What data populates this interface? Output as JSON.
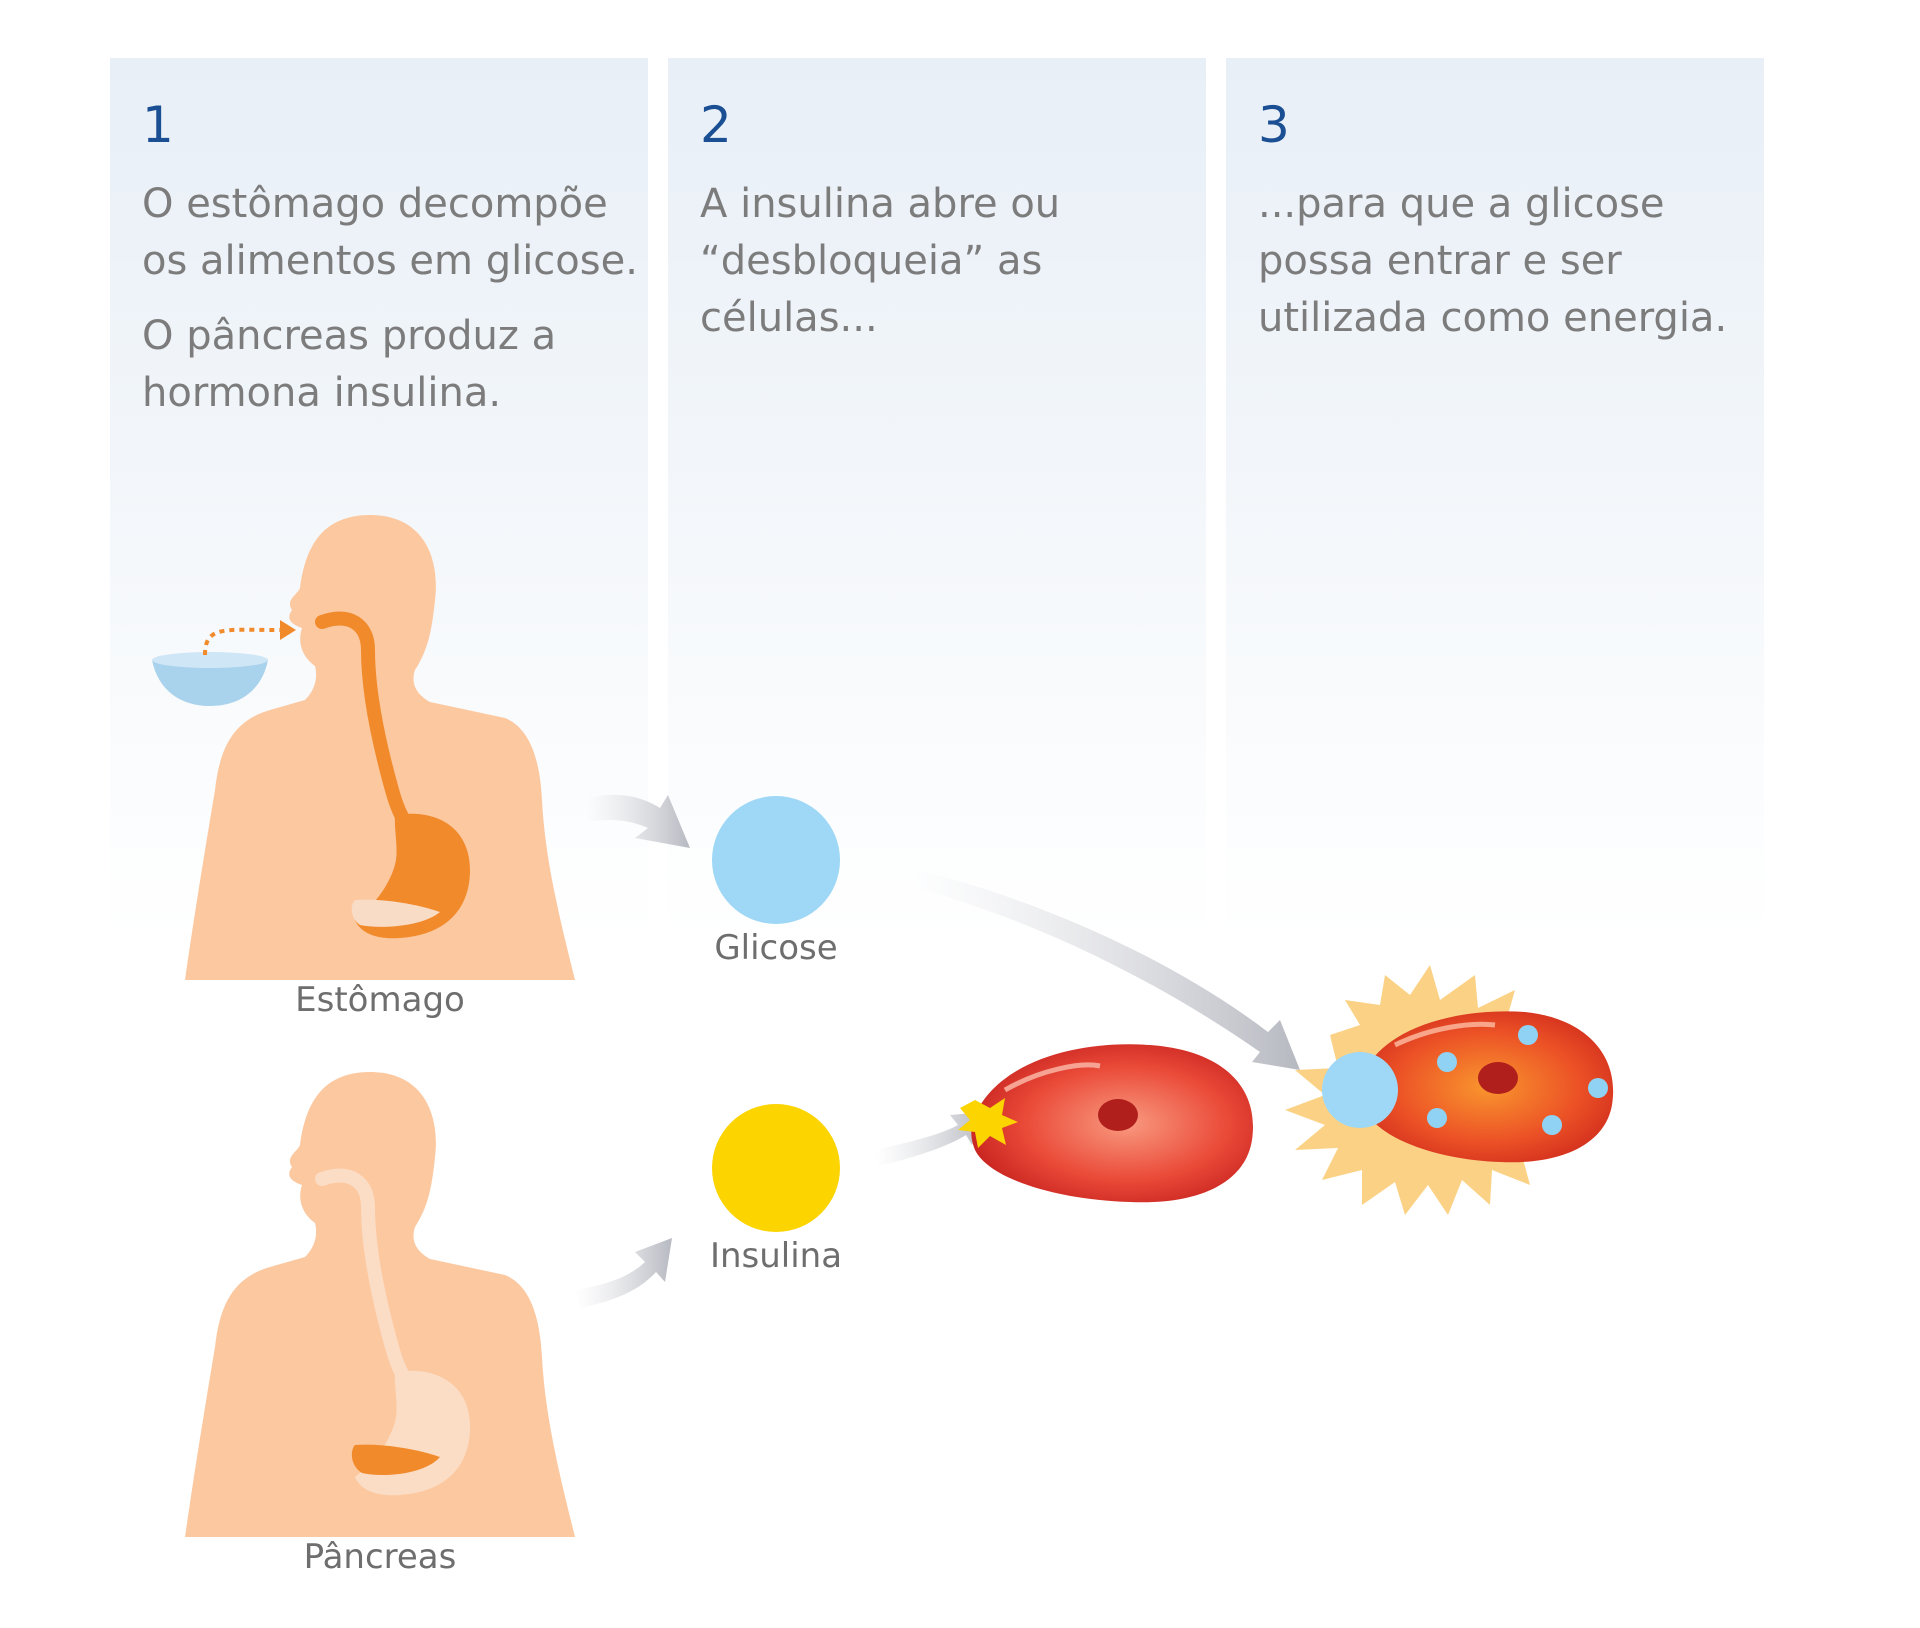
{
  "steps": [
    {
      "number": "1",
      "paragraphs": [
        "O estômago decompõe os alimentos em glicose.",
        "O pâncreas produz a hormona insulina."
      ]
    },
    {
      "number": "2",
      "paragraphs": [
        "A insulina abre ou “desbloqueia” as células..."
      ]
    },
    {
      "number": "3",
      "paragraphs": [
        "...para que a glicose possa entrar e ser utilizada como energia."
      ]
    }
  ],
  "labels": {
    "stomach": "Estômago",
    "pancreas": "Pâncreas",
    "glucose": "Glicose",
    "insulin": "Insulina"
  },
  "colors": {
    "skin": "#fcc8a0",
    "organ": "#f18a2b",
    "glucose": "#9ed8f6",
    "insulin": "#fcd400",
    "cell": "#e63a2a",
    "number": "#1b4f93"
  }
}
